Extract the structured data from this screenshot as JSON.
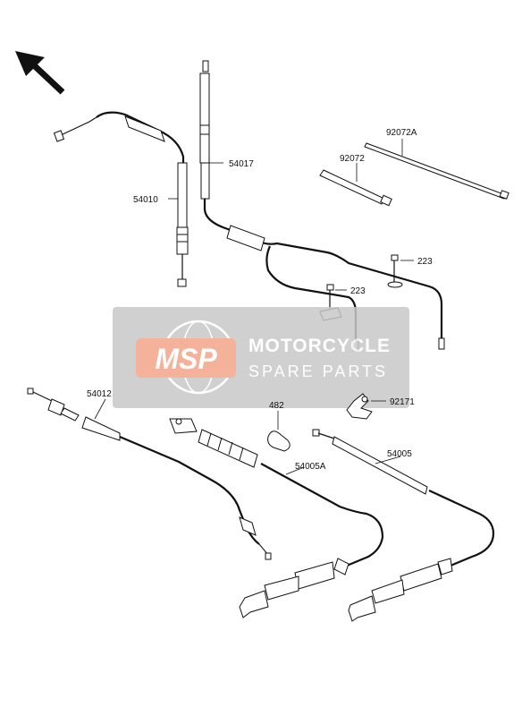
{
  "watermark": {
    "logo_text": "MSP",
    "line1": "MOTORCYCLE",
    "line2": "SPARE PARTS",
    "logo_color": "#f4a58a",
    "panel_color": "#c8c8c8"
  },
  "parts": [
    {
      "id": "54010",
      "label": "54010"
    },
    {
      "id": "54017",
      "label": "54017"
    },
    {
      "id": "92072",
      "label": "92072"
    },
    {
      "id": "92072A",
      "label": "92072A"
    },
    {
      "id": "223a",
      "label": "223"
    },
    {
      "id": "223b",
      "label": "223"
    },
    {
      "id": "54012",
      "label": "54012"
    },
    {
      "id": "482",
      "label": "482"
    },
    {
      "id": "92171",
      "label": "92171"
    },
    {
      "id": "54005A",
      "label": "54005A"
    },
    {
      "id": "54005",
      "label": "54005"
    }
  ],
  "icons": {
    "direction_arrow": "arrow-up-left-icon"
  }
}
